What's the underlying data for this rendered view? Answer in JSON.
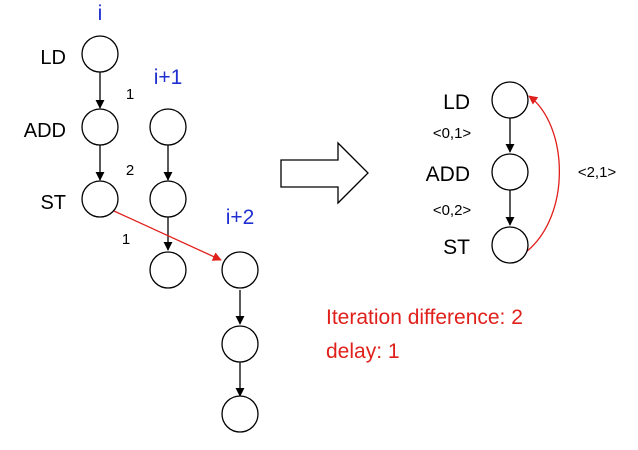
{
  "left_graph": {
    "iteration_labels": [
      "i",
      "i+1",
      "i+2"
    ],
    "op_labels": [
      "LD",
      "ADD",
      "ST"
    ],
    "latency_labels": [
      "1",
      "2",
      "1"
    ]
  },
  "right_graph": {
    "op_labels": [
      "LD",
      "ADD",
      "ST"
    ],
    "edge_labels": [
      "<0,1>",
      "<0,2>",
      "<2,1>"
    ]
  },
  "annotation": {
    "line1": "Iteration difference: 2",
    "line2": "delay: 1"
  },
  "colors": {
    "iteration_label": "#1f2fd0",
    "loop_carried_edge": "#e0201b",
    "annotation": "#e0201b",
    "node_stroke": "#000000"
  }
}
